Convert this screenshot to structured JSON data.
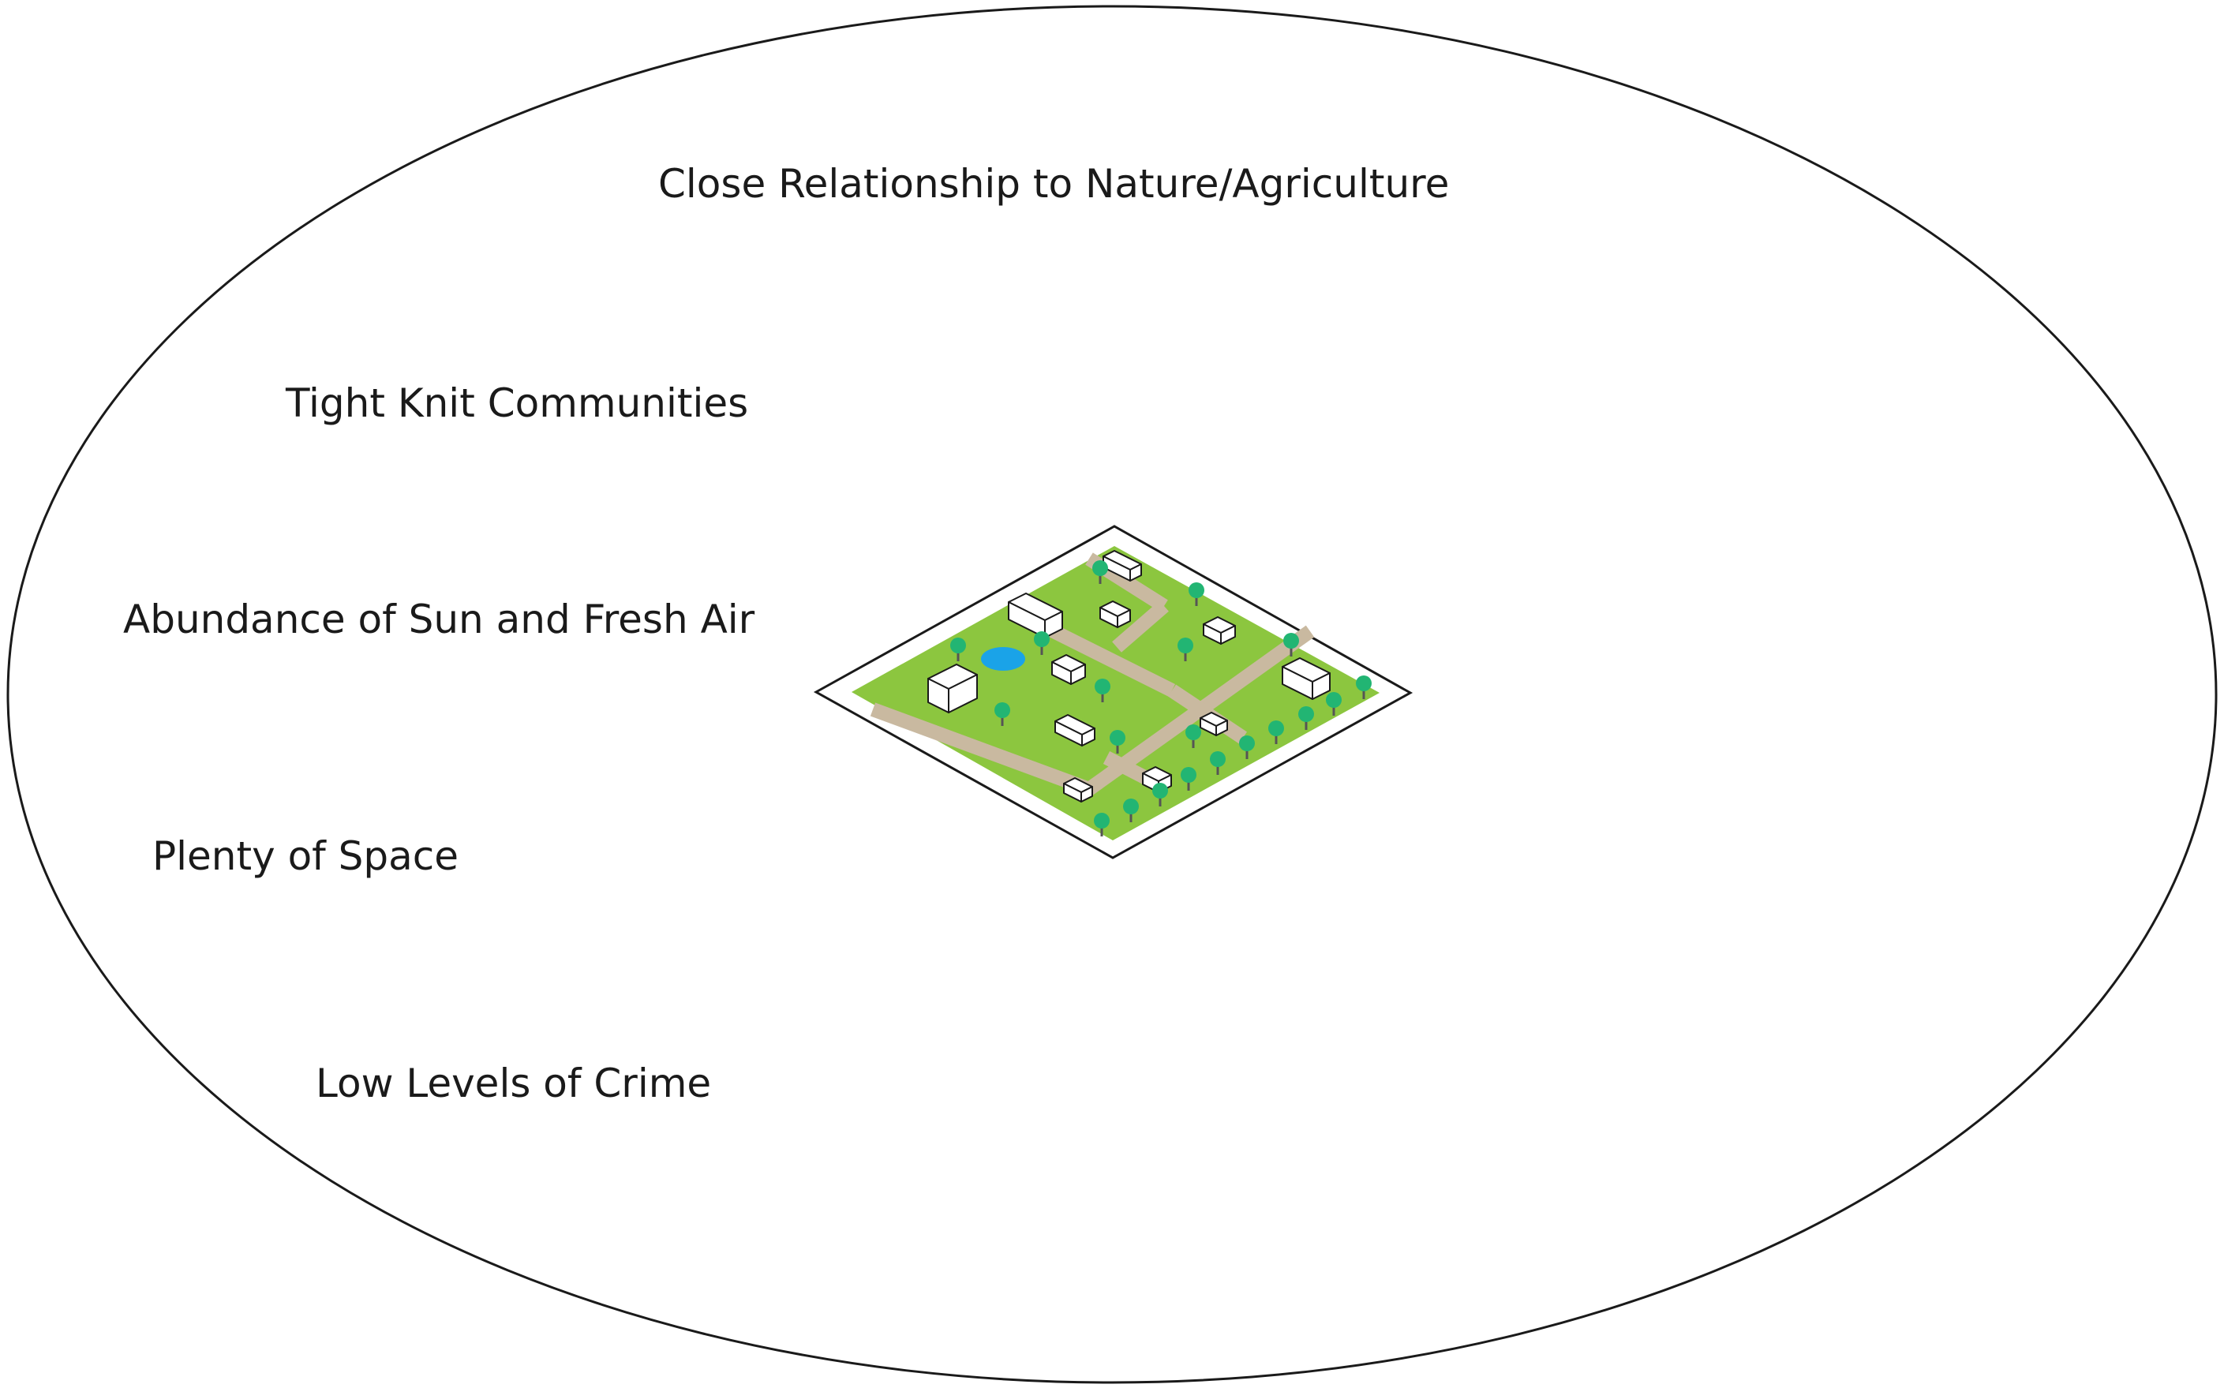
{
  "diagram": {
    "title": "Close Relationship to Nature/Agriculture",
    "attributes": [
      "Tight Knit Communities",
      "Abundance of Sun and Fresh Air",
      "Plenty of Space",
      "Low Levels of Crime"
    ],
    "illustration": {
      "icon": "isometric-village-icon",
      "colors": {
        "grass": "#8cc63f",
        "road": "#c9b9a0",
        "pond": "#1aa3e8",
        "tree": "#22b573",
        "building": "#ffffff",
        "outline": "#1a1a1a"
      }
    }
  }
}
